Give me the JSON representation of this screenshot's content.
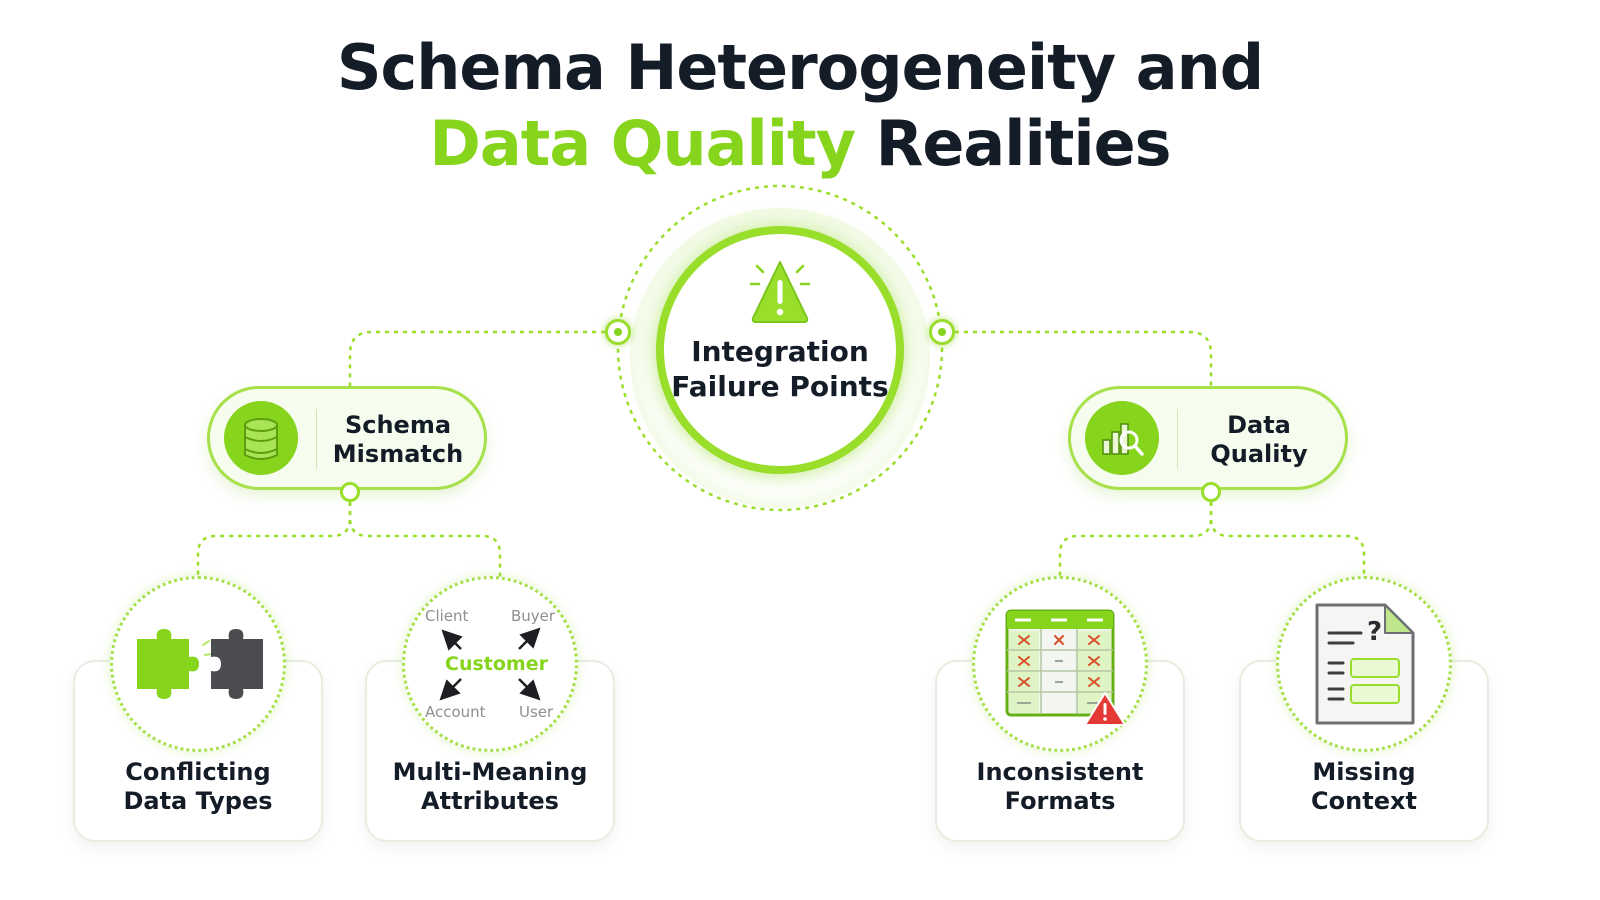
{
  "title": {
    "line1": "Schema Heterogeneity and",
    "line2_accent": "Data Quality",
    "line2_rest": "Realities"
  },
  "hub": {
    "line1": "Integration",
    "line2": "Failure Points",
    "icon": "warning-triangle-icon"
  },
  "categories": [
    {
      "line1": "Schema",
      "line2": "Mismatch",
      "icon": "database-icon"
    },
    {
      "line1": "Data",
      "line2": "Quality",
      "icon": "chart-magnifier-icon"
    }
  ],
  "leaves": [
    {
      "line1": "Conflicting",
      "line2": "Data Types",
      "icon": "puzzle-pieces-icon"
    },
    {
      "line1": "Multi-Meaning",
      "line2": "Attributes",
      "icon": "term-mapping-icon",
      "terms": {
        "center": "Customer",
        "top_left": "Client",
        "top_right": "Buyer",
        "bottom_left": "Account",
        "bottom_right": "User"
      }
    },
    {
      "line1": "Inconsistent",
      "line2": "Formats",
      "icon": "error-table-icon"
    },
    {
      "line1": "Missing",
      "line2": "Context",
      "icon": "document-question-icon",
      "doc_mark": "?"
    }
  ],
  "colors": {
    "accent": "#86d41c",
    "text": "#141c27",
    "alert": "#e53935"
  }
}
